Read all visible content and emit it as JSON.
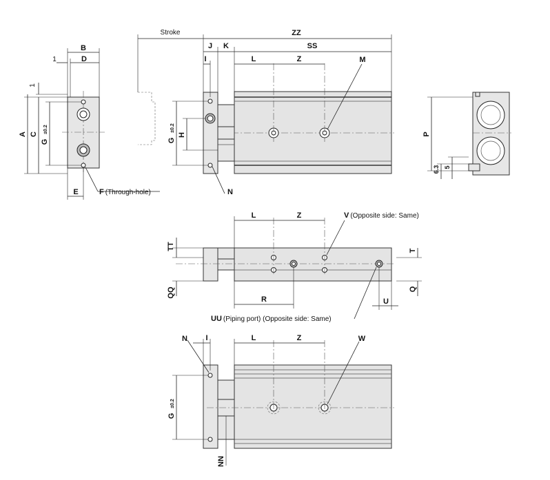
{
  "labels": {
    "b": "B",
    "d": "D",
    "one_top": "1",
    "one_left": "1",
    "a": "A",
    "c": "C",
    "g": "G",
    "g_tol": "±0.2",
    "e": "E",
    "f": "F",
    "f_note": "(Through-hole)",
    "stroke": "Stroke",
    "zz": "ZZ",
    "j": "J",
    "k": "K",
    "ss": "SS",
    "i": "I",
    "l": "L",
    "z": "Z",
    "m": "M",
    "h": "H",
    "n": "N",
    "p": "P",
    "dim_63": "6.3",
    "dim_5": "5",
    "v": "V",
    "v_note": "(Opposite side: Same)",
    "tt": "TT",
    "t": "T",
    "qq": "QQ",
    "q": "Q",
    "r": "R",
    "u": "U",
    "uu": "UU",
    "uu_note": "(Piping port) (Opposite side: Same)",
    "w": "W",
    "nn": "NN"
  },
  "colors": {
    "body_fill": "#e4e4e4",
    "line": "#222222"
  }
}
